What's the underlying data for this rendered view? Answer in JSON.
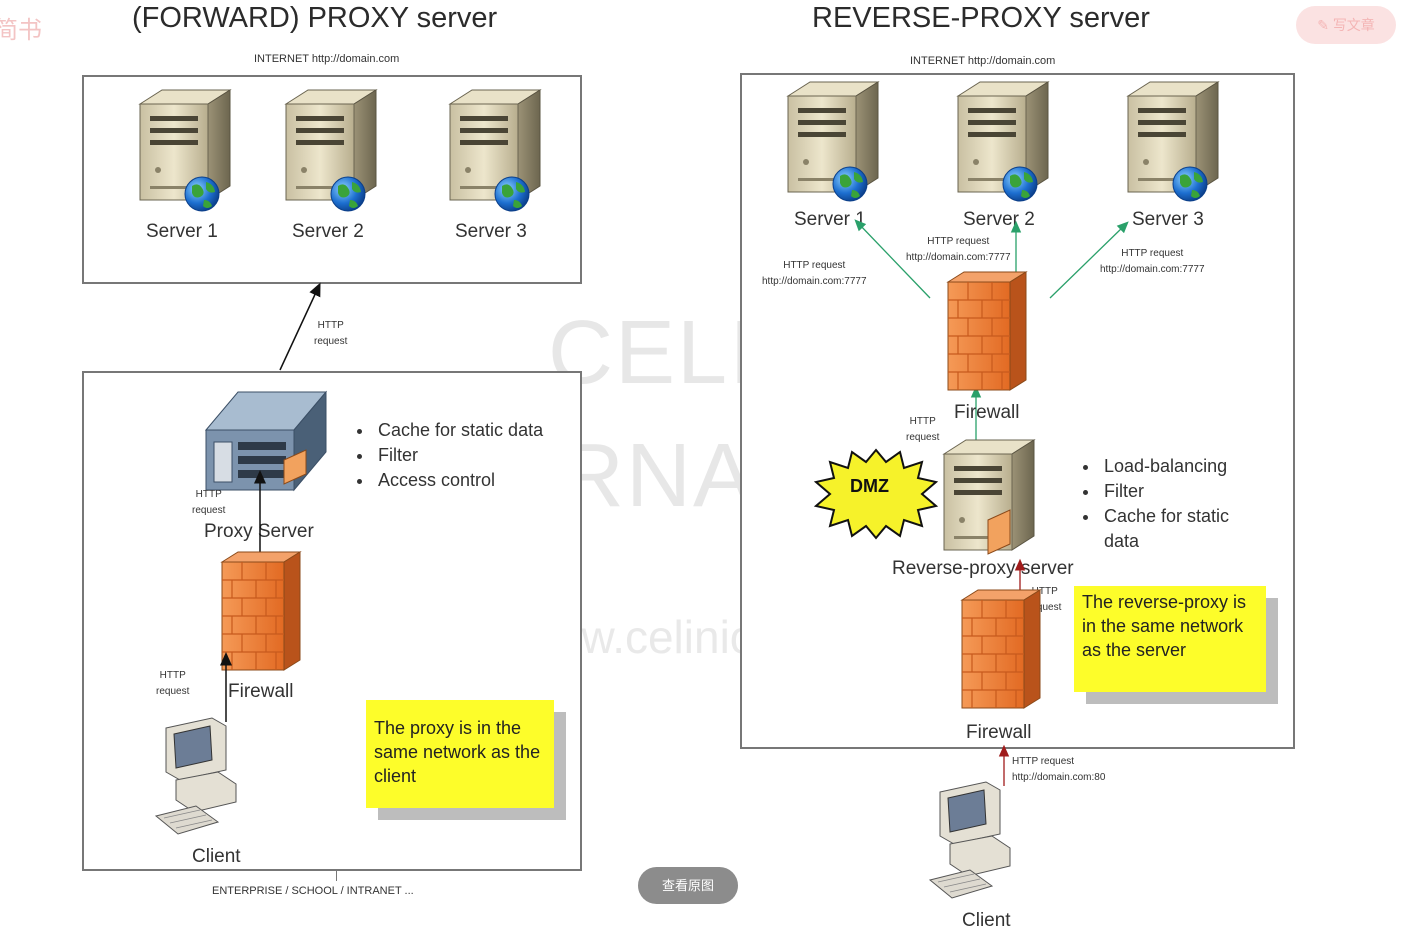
{
  "corner_text": "简书",
  "write_article": "写文章",
  "view_original": "查看原图",
  "forward": {
    "title": "(FORWARD) PROXY server",
    "internet_label": "INTERNET  http://domain.com",
    "servers": [
      "Server 1",
      "Server 2",
      "Server 3"
    ],
    "http_request": "HTTP\nrequest",
    "proxy_label": "Proxy Server",
    "features": [
      "Cache for static data",
      "Filter",
      "Access control"
    ],
    "firewall_label": "Firewall",
    "client_label": "Client",
    "note": "The proxy is in the same network as the client",
    "bottom_label": "ENTERPRISE / SCHOOL / INTRANET ..."
  },
  "reverse": {
    "title": "REVERSE-PROXY server",
    "internet_label": "INTERNET     http://domain.com",
    "servers": [
      "Server 1",
      "Server 2",
      "Server 3"
    ],
    "req_left": "HTTP request\nhttp://domain.com:7777",
    "req_mid": "HTTP request\nhttp://domain.com:7777",
    "req_right": "HTTP request\nhttp://domain.com:7777",
    "firewall_label": "Firewall",
    "http_request": "HTTP\nrequest",
    "dmz": "DMZ",
    "features": [
      "Load-balancing",
      "Filter",
      "Cache for static data"
    ],
    "rp_label": "Reverse-proxy server",
    "note": "The reverse-proxy is in the same network as the server",
    "req_bottom": "HTTP request\nhttp://domain.com:80",
    "client_label": "Client"
  },
  "watermark": {
    "line1": "CELINIO",
    "line2": "FERNANDES",
    "url": "http://www.celinio.net/techblog"
  }
}
